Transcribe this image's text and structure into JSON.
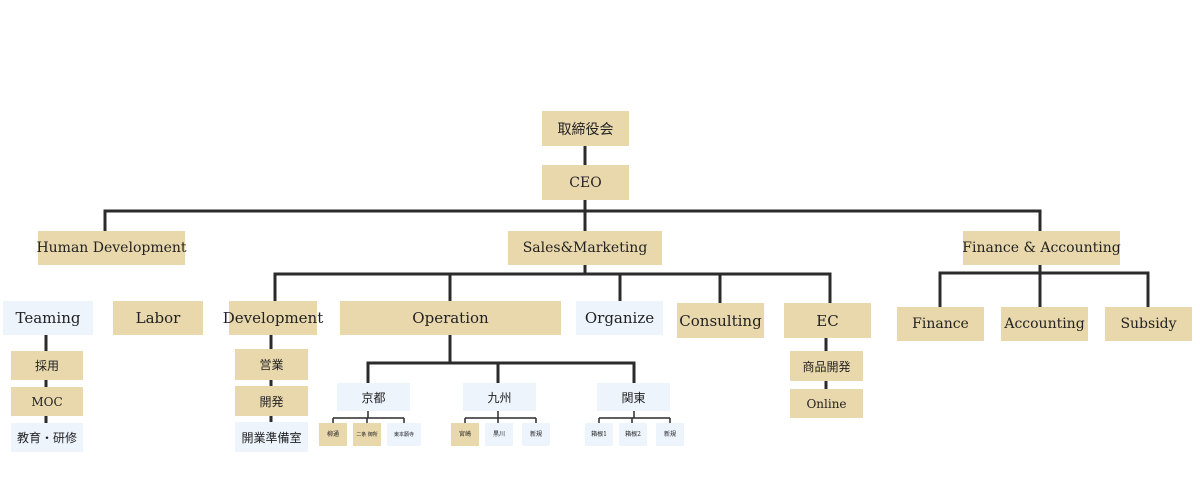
{
  "nodes": {
    "board": "取締役会",
    "ceo": "CEO",
    "human_development": "Human Development",
    "sales_marketing": "Sales&Marketing",
    "finance_accounting": "Finance & Accounting",
    "teaming": "Teaming",
    "labor": "Labor",
    "saiyo": "採用",
    "moc": "MOC",
    "kyoiku": "教育・研修",
    "development": "Development",
    "eigyo": "営業",
    "kaihatsu": "開発",
    "kaigyo": "開業準備室",
    "operation": "Operation",
    "kyoto": "京都",
    "kyushu": "九州",
    "kanto": "関東",
    "kyoto_1": "柳通",
    "kyoto_2": "二条 御所",
    "kyoto_3": "東本願寺",
    "kyushu_1": "宮崎",
    "kyushu_2": "黒川",
    "kyushu_3": "新規",
    "kanto_1": "箱根1",
    "kanto_2": "箱根2",
    "kanto_3": "新規",
    "organize": "Organize",
    "consulting": "Consulting",
    "ec": "EC",
    "shohin": "商品開発",
    "online": "Online",
    "finance": "Finance",
    "accounting": "Accounting",
    "subsidy": "Subsidy"
  },
  "colors": {
    "tan": "#ead8ad",
    "light_blue": "#edf4fc",
    "connector": "#2b2b2b"
  }
}
